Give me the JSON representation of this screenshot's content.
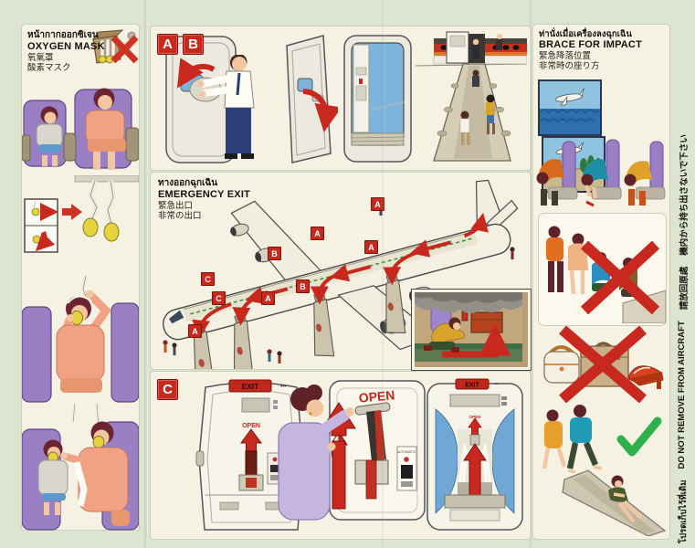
{
  "card": {
    "oxygen_mask": {
      "title_th": "หน้ากากออกซิเจน",
      "title_en": "OXYGEN MASK",
      "title_zh": "氧氣罩",
      "title_ja": "酸素マスク"
    },
    "emergency_exit": {
      "title_th": "ทางออกฉุกเฉิน",
      "title_en": "EMERGENCY EXIT",
      "title_zh": "緊急出口",
      "title_ja": "非常の出口"
    },
    "brace": {
      "title_th": "ท่านั่งเมื่อเครื่องลงฉุกเฉิน",
      "title_en": "BRACE FOR IMPACT",
      "title_zh": "緊急降落位置",
      "title_ja": "非常時の座り方"
    },
    "labels": {
      "a": "A",
      "b": "B",
      "c": "C"
    },
    "markers": [
      "A",
      "A",
      "A",
      "B",
      "B",
      "C",
      "C",
      "A",
      "A"
    ],
    "signs": {
      "open": "OPEN",
      "exit": "EXIT",
      "automatic": "AUTOMATIC",
      "dots": "•••"
    },
    "footer": {
      "th": "โปรดเก็บไว้ที่เดิม",
      "en": "DO NOT REMOVE FROM AIRCRAFT",
      "zh": "請放回原處",
      "ja": "機内から持ち出さないで下さい"
    }
  },
  "colors": {
    "background": "#dde4cf",
    "panel": "#f5f2e4",
    "red": "#c8281e",
    "check_green": "#2eb14c",
    "seat_purple": "#9a7fc4",
    "mask_yellow": "#e5d23f",
    "sky_blue": "#7db4dc"
  }
}
